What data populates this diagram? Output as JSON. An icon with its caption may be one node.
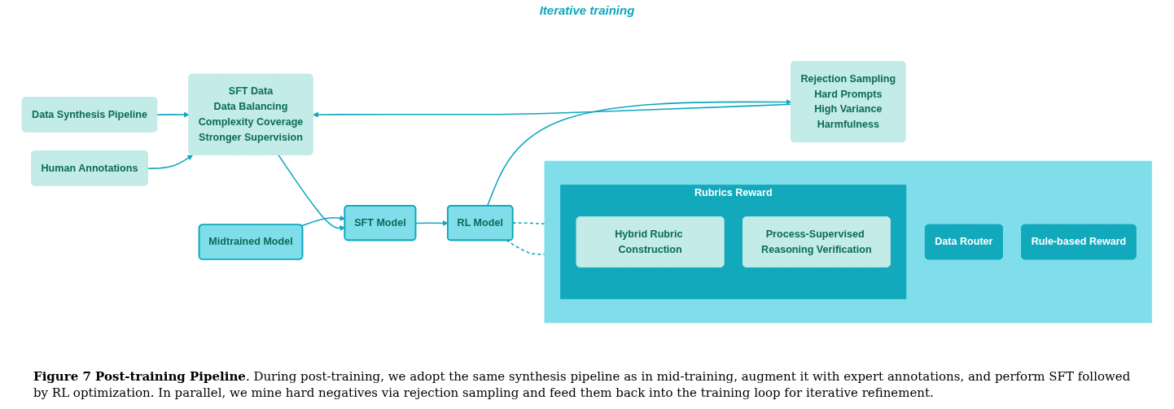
{
  "diagram": {
    "caption": "**Figure 7 Post-training Pipeline**. During post-training, we adopt the same synthesis pipeline as in mid-training, augment it with expert annotations, and perform SFT followed by RL optimization. In parallel, we mine hard negatives via rejection sampling and feed them back into the training loop for iterative refinement.",
    "nodes": [
      {
        "text": [
          "Data Synthesis Pipeline"
        ]
      },
      {
        "text": [
          "Human Annotations"
        ]
      },
      {
        "text": [
          "SFT Data",
          "Data Balancing",
          "Complexity Coverage",
          "Stronger Supervision"
        ]
      },
      {
        "text": [
          "Rejection Sampling",
          "Hard Prompts",
          "High Variance",
          "Harmfulness"
        ]
      },
      {
        "text": [
          "Midtrained Model"
        ]
      },
      {
        "text": [
          "SFT Model"
        ]
      },
      {
        "text": [
          "RL Model"
        ]
      },
      {
        "text": [],
        "shape": "box"
      },
      {
        "text": [
          "Data Router"
        ],
        "in": 7
      },
      {
        "text": [
          "Rule-based Reward"
        ],
        "in": 7
      },
      {
        "text": [
          "Rubrics Reward"
        ],
        "in": 7
      },
      {
        "text": [
          "Hybrid Rubric Construction"
        ],
        "in": 10
      },
      {
        "text": [
          "Process-Supervised Reasoning Verification"
        ],
        "in": 10
      }
    ],
    "edges": [
      {
        "from": 0,
        "to": 2,
        "arrow": "to"
      },
      {
        "from": 1,
        "to": 2,
        "arrow": "to"
      },
      {
        "from": 4,
        "to": 5,
        "arrow": "to"
      },
      {
        "from": 5,
        "to": 6,
        "arrow": "to"
      },
      {
        "from": 6,
        "to": 3,
        "arrow": "to"
      },
      {
        "from": 3,
        "to": 2,
        "arrow": "to"
      },
      {
        "from": 2,
        "to": 5,
        "arrow": "to"
      },
      {
        "from": 6,
        "to": 7,
        "arrow": "none",
        "style": "dashed"
      },
      {
        "from": 6,
        "to": 7,
        "arrow": "none",
        "style": "dashed"
      }
    ],
    "labels": [
      "Iterative training"
    ]
  }
}
